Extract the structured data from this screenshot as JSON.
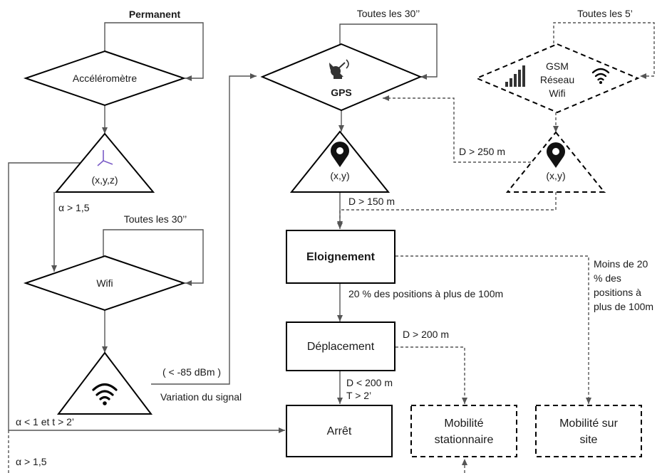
{
  "nodes": {
    "accelerometre": "Accéléromètre",
    "accel_triangle": "(x,y,z)",
    "wifi": "Wifi",
    "gps": "GPS",
    "gps_triangle": "(x,y)",
    "gsm_line1": "GSM",
    "gsm_line2": "Réseau",
    "gsm_line3": "Wifi",
    "gsm_triangle": "(x,y)",
    "eloignement": "Eloignement",
    "deplacement": "Déplacement",
    "arret": "Arrêt",
    "mobilite_stationnaire_1": "Mobilité",
    "mobilite_stationnaire_2": "stationnaire",
    "mobilite_site_1": "Mobilité sur",
    "mobilite_site_2": "site"
  },
  "labels": {
    "permanent": "Permanent",
    "wifi_period": "Toutes les 30’’",
    "gps_period": "Toutes les 30’’",
    "gsm_period": "Toutes les 5’",
    "alpha_gt": "α > 1,5",
    "alpha_gt_bottom": "α > 1,5",
    "alpha_lt": "α < 1 et t > 2’",
    "signal_dbm": "( < -85 dBm )",
    "signal_var": "Variation du signal",
    "d_250": "D > 250 m",
    "d_150": "D > 150 m",
    "pct_20": "20 % des positions à plus de 100m",
    "d_200_gt": "D > 200 m",
    "d_200_lt": "D < 200 m",
    "t_2": "T > 2’",
    "moins_1": "Moins de 20",
    "moins_2": "% des",
    "moins_3": "positions à",
    "moins_4": "plus de 100m"
  },
  "icons": [
    "axes-icon",
    "wifi-icon",
    "satellite-dish-icon",
    "location-pin-icon",
    "signal-bars-icon"
  ]
}
